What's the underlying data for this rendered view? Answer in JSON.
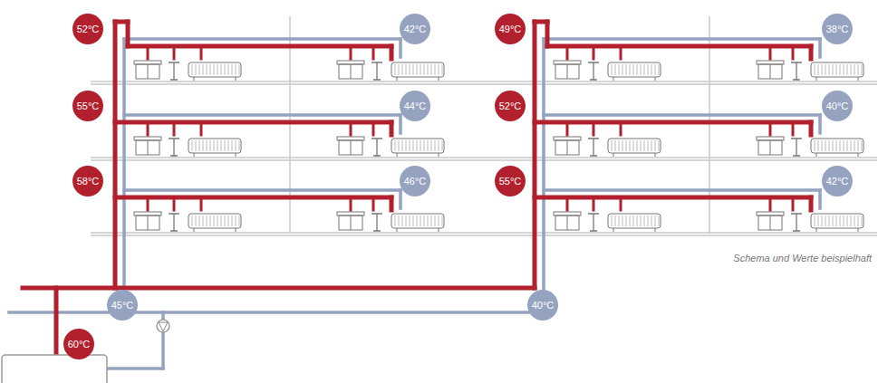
{
  "diagram": {
    "nodes": [
      {
        "text": [
          "52°C"
        ]
      },
      {
        "text": [
          "42°C"
        ]
      },
      {
        "text": [
          "49°C"
        ]
      },
      {
        "text": [
          "38°C"
        ]
      },
      {
        "text": [
          "55°C"
        ]
      },
      {
        "text": [
          "44°C"
        ]
      },
      {
        "text": [
          "52°C"
        ]
      },
      {
        "text": [
          "40°C"
        ]
      },
      {
        "text": [
          "58°C"
        ]
      },
      {
        "text": [
          "46°C"
        ]
      },
      {
        "text": [
          "55°C"
        ]
      },
      {
        "text": [
          "42°C"
        ]
      },
      {
        "text": [
          "45°C"
        ]
      },
      {
        "text": [
          "40°C"
        ]
      },
      {
        "text": [
          "60°C"
        ]
      }
    ],
    "labels": [
      "Schema und Werte beispielhaft"
    ]
  }
}
